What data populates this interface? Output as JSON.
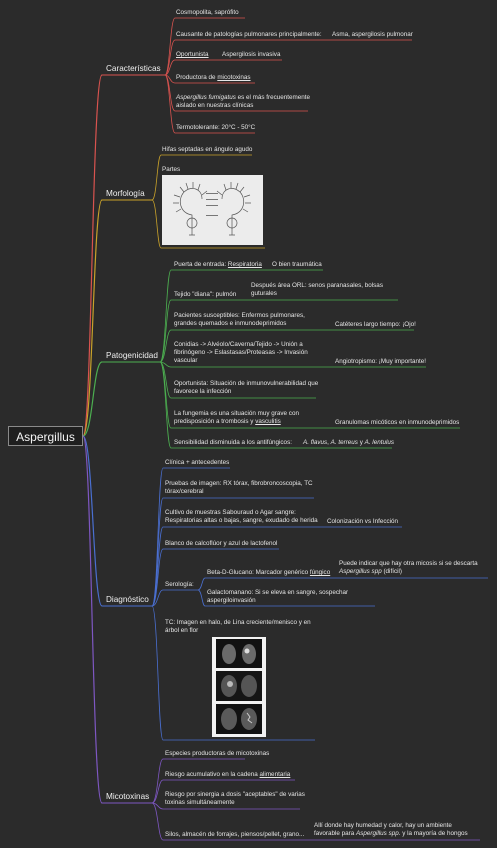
{
  "root": "Aspergillus",
  "colors": {
    "caracteristicas": "#d9534f",
    "morfologia": "#c9a22a",
    "patogenicidad": "#4caf50",
    "diagnostico": "#4a6fd1",
    "micotoxinas": "#7e57c2"
  },
  "caracteristicas": {
    "label": "Características",
    "cosmopolita": "Cosmopolita, saprófito",
    "causante": "Causante de patologías pulmonares principalmente:",
    "asma": "Asma, aspergilosis pulmonar",
    "oportunista": "Oportunista",
    "aspergilosis_invasiva": "Aspergilosis invasiva",
    "productora_pre": "Productora de ",
    "productora_link": "micotoxinas",
    "fumigatus_em": "Aspergillus fumigatus",
    "fumigatus_rest": " es el más frecuentemente aislado en nuestras clínicas",
    "termotolerante": "Termotolerante: 20°C - 50°C"
  },
  "morfologia": {
    "label": "Morfología",
    "hifas": "Hifas septadas en ángulo agudo",
    "partes": "Partes",
    "diagram_icon": "conidiophore-diagram-image"
  },
  "patogenicidad": {
    "label": "Patogenicidad",
    "puerta_pre": "Puerta de entrada: ",
    "puerta_link": "Respiratoria",
    "traumatica": "O bien traumática",
    "tejido": "Tejido \"diana\": pulmón",
    "despues": "Después área ORL: senos paranasales, bolsas guturales",
    "pacientes": "Pacientes susceptibles: Enfermos pulmonares, grandes quemados e inmunodeprimidos",
    "cateteres": "Catéteres largo tiempo: ¡Ojo!",
    "conidias": "Conidias -> Alvéolo/Caverna/Tejido -> Unión a fibrinógeno -> Eslastasas/Proteasas -> Invasión vascular",
    "angiotropismo": "Angiotropismo: ¡Muy importante!",
    "oportunista": "Oportunista: Situación de inmunovulnerabilidad que favorece la infección",
    "fungemia_pre": "La fungemia es una situación muy grave con predisposición a trombosis y ",
    "fungemia_link": "vasculitis",
    "granulomas": "Granulomas micóticos en inmunodeprimidos",
    "sensibilidad": "Sensibilidad disminuida a los antifúngicos:",
    "especies_a": "A. flavus",
    "especies_b": ", ",
    "especies_c": "A. terreus",
    "especies_d": " y ",
    "especies_e": "A. lentulus"
  },
  "diagnostico": {
    "label": "Diagnóstico",
    "clinica": "Clínica + antecedentes",
    "pruebas": "Pruebas de imagen: RX tórax, fibrobroncoscopia, TC tórax/cerebral",
    "cultivo": "Cultivo de muestras Sabouraud o Agar sangre: Respiratorias altas o bajas, sangre, exudado de herida",
    "colonizacion": "Colonización vs Infección",
    "blanco": "Blanco de calcoflúor y azul de lactofenol",
    "serologia": "Serología:",
    "beta_pre": "Beta-D-Glucano: Marcador genérico ",
    "beta_link": "fúngico",
    "puede_1": "Puede indicar que hay otra micosis si se descarta",
    "puede_em": "Aspergillus spp",
    "puede_2": " (difícil)",
    "galacto": "Galactomanano: Si se eleva en sangre, sospechar aspergiloinvasión",
    "tc": "TC: Imagen en halo, de Lina creciente/menisco y en árbol en flor",
    "ct_icon": "ct-scan-image"
  },
  "micotoxinas": {
    "label": "Micotoxinas",
    "especies": "Especies productoras de micotoxinas",
    "riesgo_pre": "Riesgo acumulativo en la cadena ",
    "riesgo_link": "alimentaria",
    "sinergia": "Riesgo por sinergia a dosis \"aceptables\" de varias toxinas simultáneamente",
    "silos": "Silos, almacén de forrajes, piensos/pellet, grano...",
    "alli_1": "Allí donde hay humedad y calor, hay un ambiente favorable para ",
    "alli_em": "Aspergillus spp.",
    "alli_2": " y la mayoría de hongos"
  }
}
